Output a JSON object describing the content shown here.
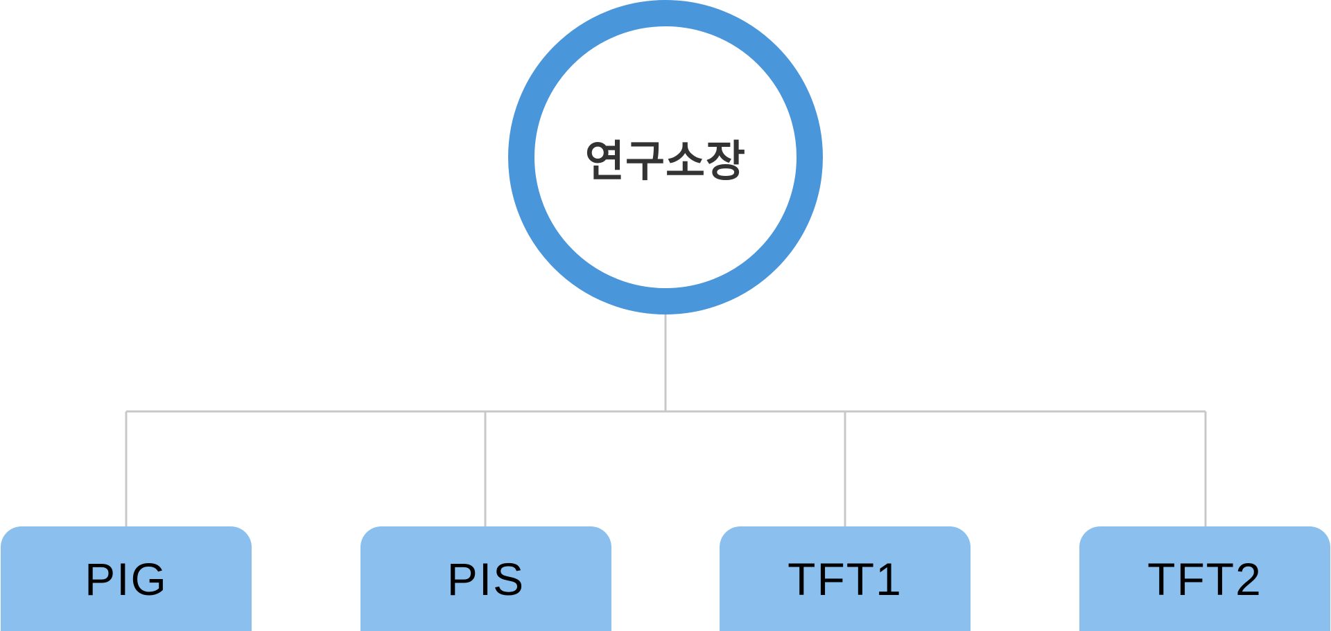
{
  "diagram": {
    "root": {
      "label": "연구소장"
    },
    "children": [
      {
        "label": "PIG"
      },
      {
        "label": "PIS"
      },
      {
        "label": "TFT1"
      },
      {
        "label": "TFT2"
      }
    ]
  },
  "colors": {
    "root_ring": "#4a96da",
    "child_fill": "#8bbfee",
    "connector": "#c8c8c8",
    "root_text": "#333333",
    "child_text": "#000000"
  }
}
